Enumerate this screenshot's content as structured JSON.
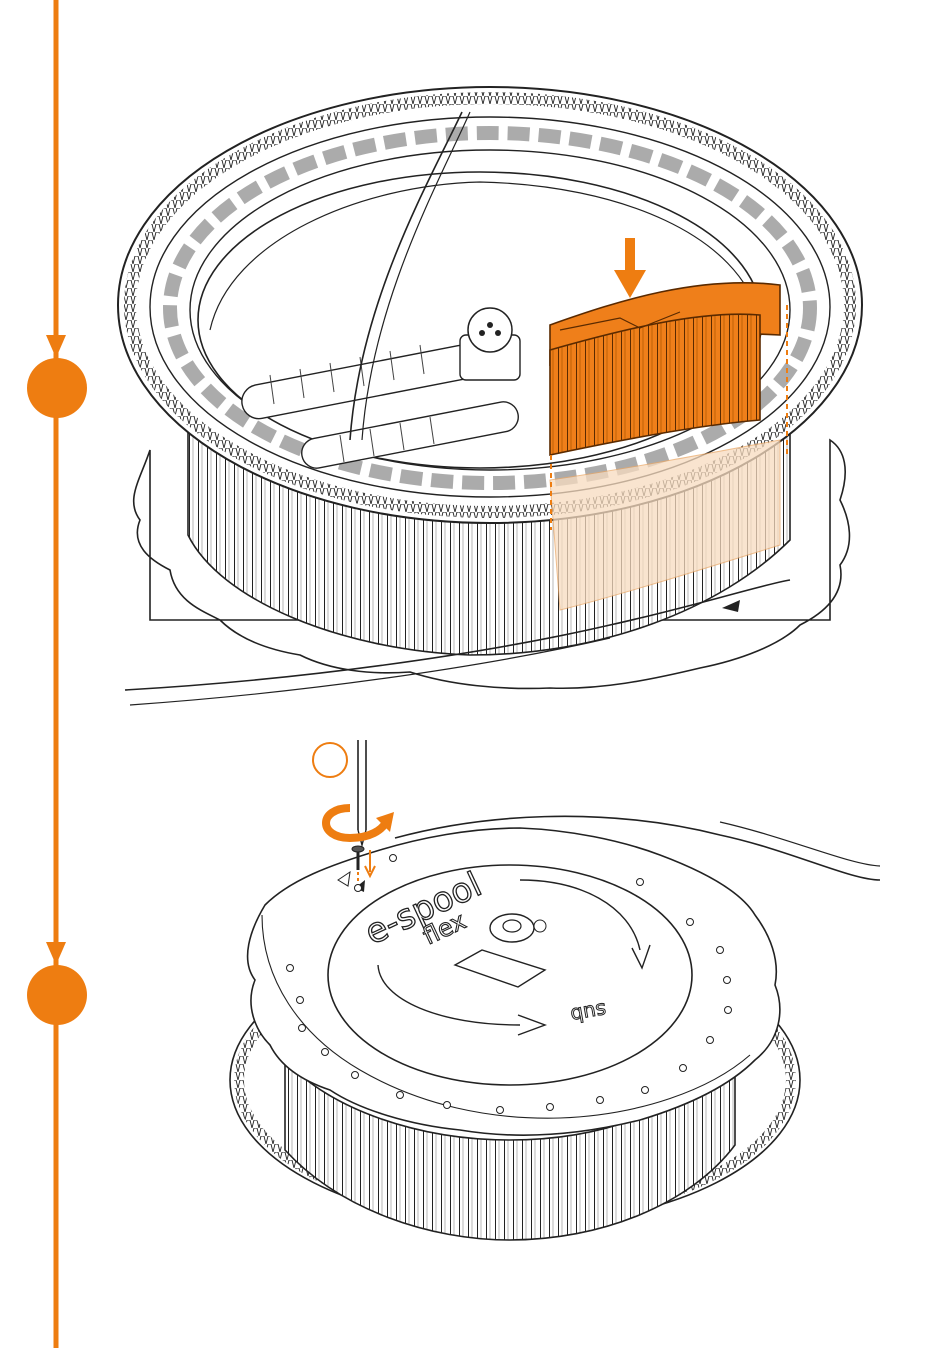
{
  "colors": {
    "accent": "#ee7d11",
    "line": "#1a1a1a",
    "paper": "#ffffff",
    "highlight_fill": "#ef7f1a",
    "ghost_fill": "#f8dcc0"
  },
  "timeline": {
    "steps": 2,
    "step_markers": [
      "step-marker-1",
      "step-marker-2"
    ]
  },
  "figure1": {
    "description_icons": [
      "down-arrow-icon",
      "fin-segment-part"
    ]
  },
  "figure2": {
    "cap_text_main": "e-spool",
    "cap_text_sub": "flex",
    "cap_text_logo": "sub",
    "icons": [
      "screwdriver-icon",
      "rotate-clockwise-icon",
      "screw-icon",
      "rotation-arrow-icon"
    ]
  }
}
